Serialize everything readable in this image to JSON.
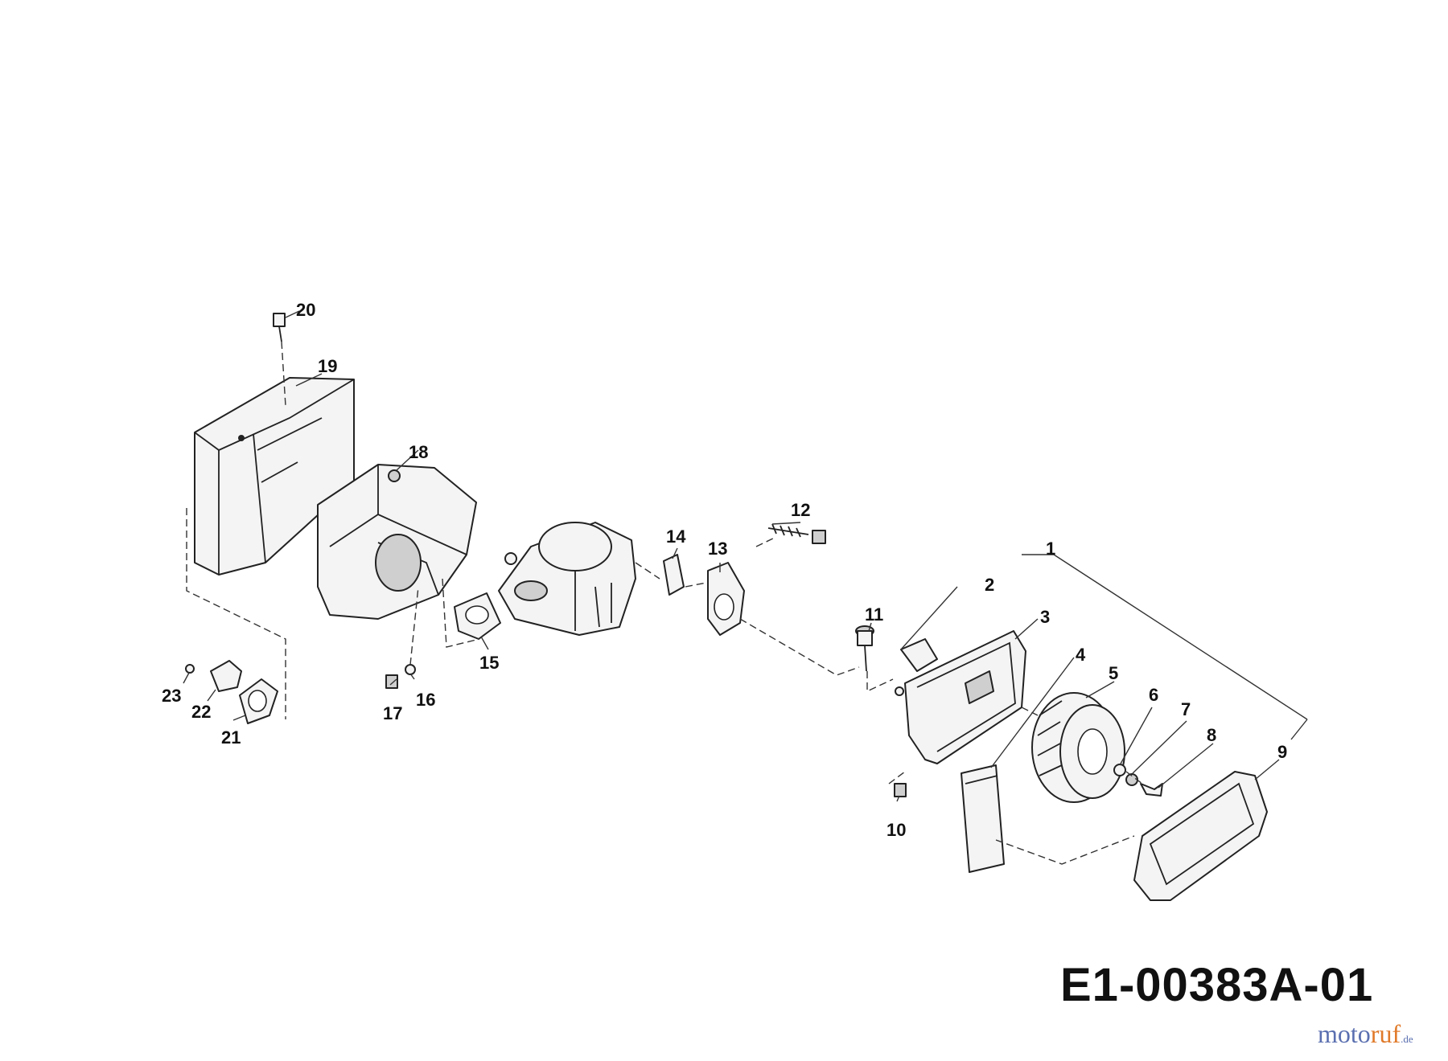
{
  "diagram": {
    "reference_code": "E1-00383A-01",
    "callouts": [
      "1",
      "2",
      "3",
      "4",
      "5",
      "6",
      "7",
      "8",
      "9",
      "10",
      "11",
      "12",
      "13",
      "14",
      "15",
      "16",
      "17",
      "18",
      "19",
      "20",
      "21",
      "22",
      "23"
    ]
  },
  "watermark": {
    "brand_part1": "moto",
    "brand_part2": "ruf",
    "brand_suffix": ".de"
  }
}
